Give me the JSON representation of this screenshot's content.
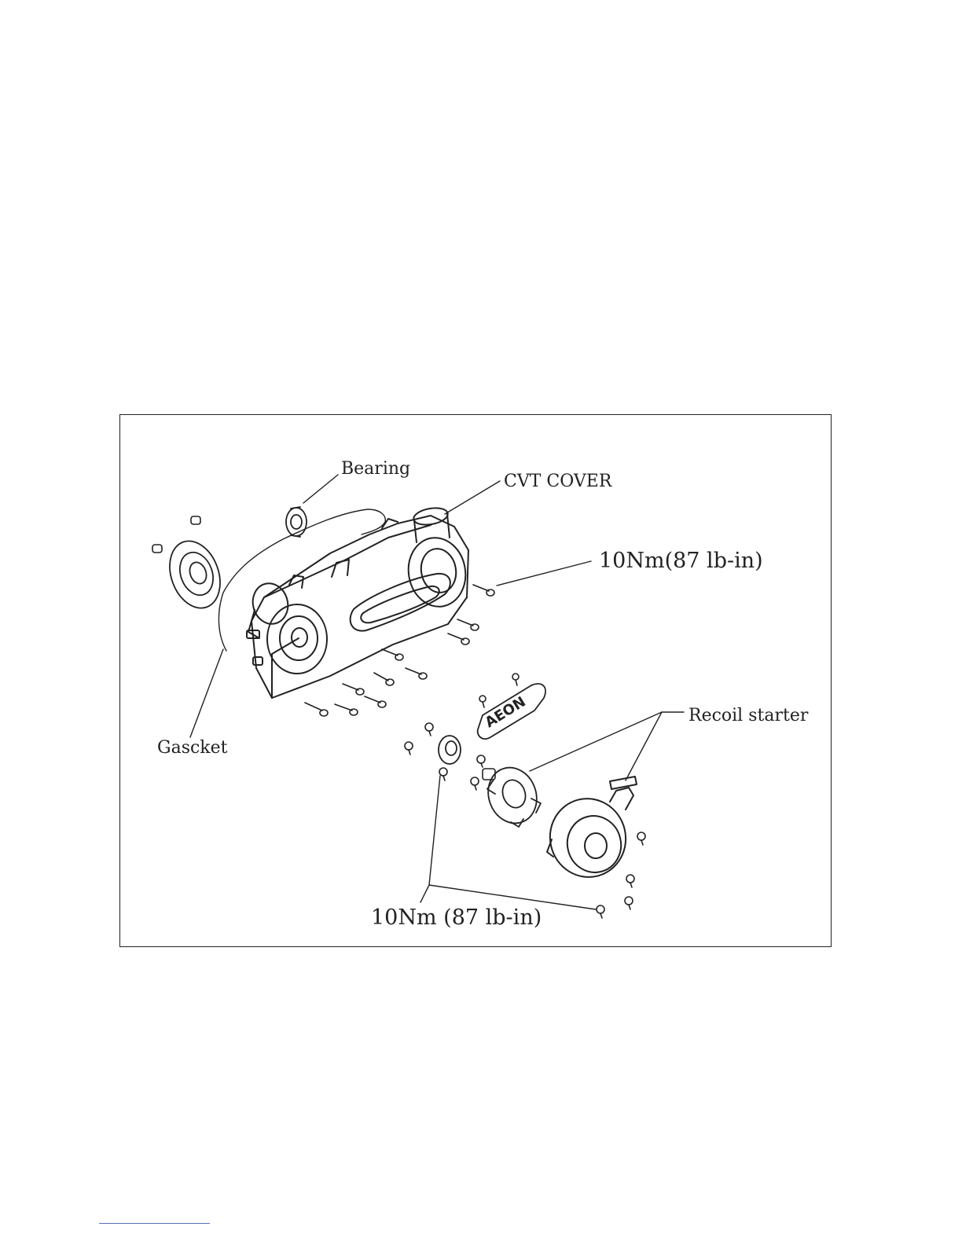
{
  "labels": {
    "bearing": "Bearing",
    "cvt_cover": "CVT COVER",
    "torque_top": "10Nm(87 lb-in)",
    "recoil_starter": "Recoil starter",
    "gasket": "Gascket",
    "torque_bottom": "10Nm (87 lb-in)"
  },
  "logo_text": "AEON"
}
